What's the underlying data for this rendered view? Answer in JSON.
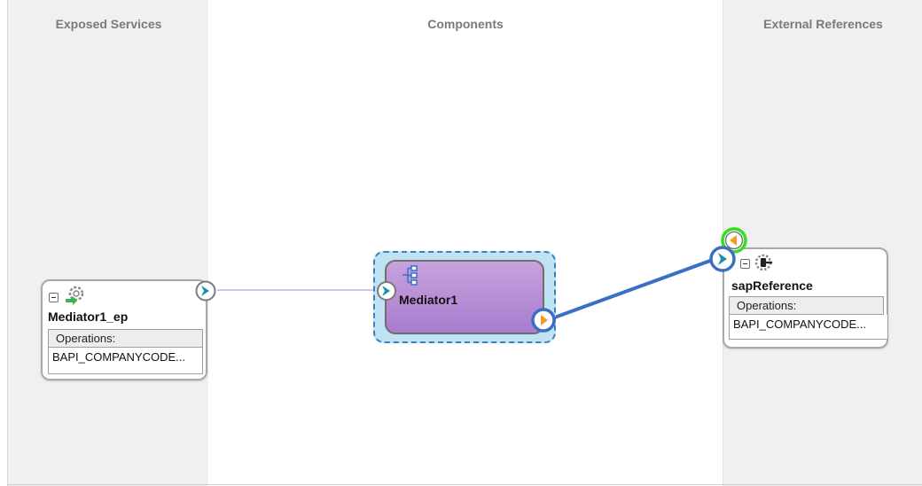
{
  "lanes": {
    "left_title": "Exposed Services",
    "middle_title": "Components",
    "right_title": "External References"
  },
  "service": {
    "name": "Mediator1_ep",
    "ops_header": "Operations:",
    "op": "BAPI_COMPANYCODE..."
  },
  "component": {
    "name": "Mediator1"
  },
  "reference": {
    "name": "sapReference",
    "ops_header": "Operations:",
    "op": "BAPI_COMPANYCODE..."
  },
  "colors": {
    "wire_selected": "#3a6fc4",
    "wire_default": "#c7c7f0",
    "port_teal": "#1a8fa6",
    "port_orange": "#f29b1d",
    "highlight_green": "#33dd22"
  },
  "icons": {
    "service_icon": "gear-arrow-icon",
    "component_icon": "mediator-icon",
    "reference_icon": "adapter-plug-icon",
    "service_port": "chevron-right-icon",
    "reference_callback_port": "triangle-left-icon"
  }
}
